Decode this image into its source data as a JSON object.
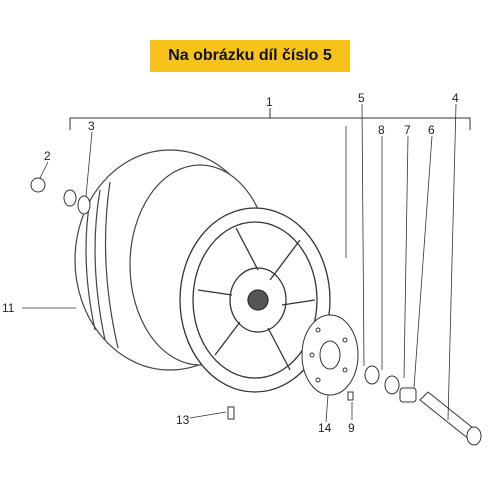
{
  "banner": {
    "text": "Na obrázku díl číslo 5",
    "color": "#f7c31a"
  },
  "labels": [
    "1",
    "2",
    "3",
    "4",
    "5",
    "6",
    "7",
    "8",
    "9",
    "11",
    "13",
    "14"
  ],
  "icons": [
    "wheel-rim",
    "tire",
    "brake-disc",
    "axle",
    "bearing",
    "spacer",
    "nut",
    "screw",
    "valve"
  ]
}
